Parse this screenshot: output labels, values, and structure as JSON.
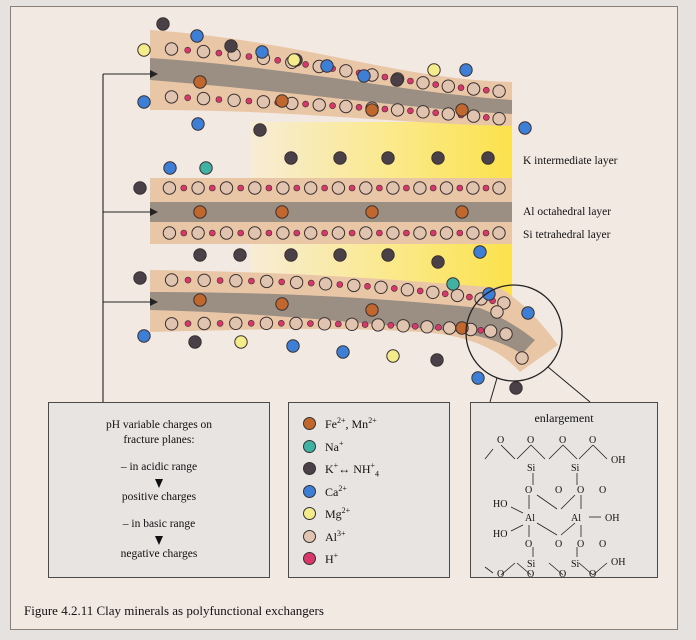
{
  "layer_labels": {
    "k_intermediate": "K intermediate layer",
    "al_octahedral": "Al octahedral layer",
    "si_tetrahedral": "Si tetrahedral layer"
  },
  "ph_box": {
    "line1": "pH variable charges on",
    "line2": "fracture planes:",
    "acidic": "– in acidic range",
    "positive": "positive charges",
    "basic": "– in basic range",
    "negative": "negative charges"
  },
  "legend": [
    {
      "key": "fe_mn",
      "ion": "Fe",
      "sup": "2+",
      "ion2": ", Mn",
      "sup2": "2+",
      "color": "#c1672d"
    },
    {
      "key": "na",
      "ion": "Na",
      "sup": "+",
      "color": "#3fb2a4"
    },
    {
      "key": "k_nh4",
      "ion": "K",
      "sup": "+",
      "ion2": "↔  NH",
      "sup2": "+",
      "sub2": "4",
      "color": "#4a4048"
    },
    {
      "key": "ca",
      "ion": "Ca",
      "sup": "2+",
      "color": "#3d7fd6"
    },
    {
      "key": "mg",
      "ion": "Mg",
      "sup": "2+",
      "color": "#f4ec8a"
    },
    {
      "key": "al",
      "ion": "Al",
      "sup": "3+",
      "color": "#e1c4b0"
    },
    {
      "key": "h",
      "ion": "H",
      "sup": "+",
      "color": "#d9376b"
    }
  ],
  "enlargement": {
    "title": "enlargement",
    "row1": [
      "O",
      "O",
      "O",
      "O",
      "OH"
    ],
    "si1": "Si",
    "si2": "Si",
    "row2": [
      "O",
      "O",
      "O",
      "O"
    ],
    "ho1": "HO",
    "oh1": "OH",
    "al1": "Al",
    "al2": "Al",
    "ho2": "HO",
    "row3": [
      "O",
      "O",
      "O",
      "O"
    ],
    "si3": "Si",
    "si4": "Si",
    "row4": [
      "O",
      "O",
      "O",
      "O",
      "OH"
    ]
  },
  "caption": "Figure 4.2.11 Clay minerals as polyfunctional exchangers",
  "colors": {
    "band": "#e9c7a6",
    "core": "#9b8f84",
    "yellow": "#fbe55b",
    "fe": "#c1672d",
    "na": "#3fb2a4",
    "k": "#4a4048",
    "ca": "#3d7fd6",
    "mg": "#f4ec8a",
    "al": "#e1c4b0",
    "h": "#d9376b"
  }
}
